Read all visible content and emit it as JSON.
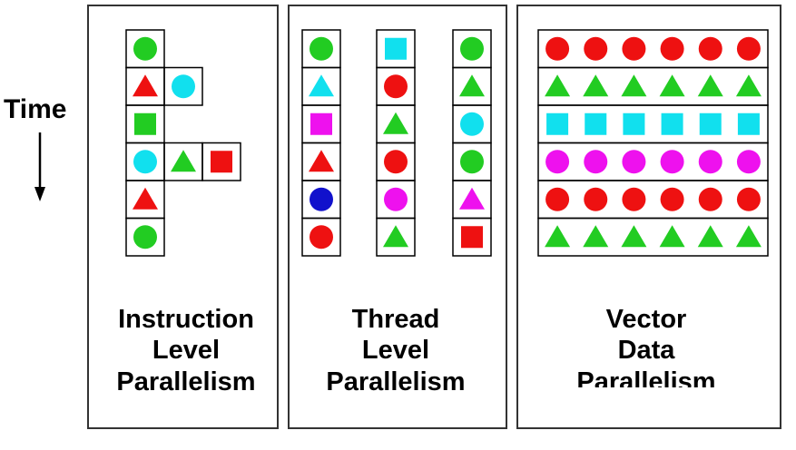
{
  "time_label": "Time",
  "colors": {
    "green": "#22cc22",
    "red": "#ee1111",
    "cyan": "#11e0ee",
    "magenta": "#ee11ee",
    "blue": "#1111cc",
    "black": "#000000"
  },
  "panels": [
    {
      "id": "ilp",
      "title_lines": [
        "Instruction",
        "Level",
        "Parallelism"
      ],
      "rows": [
        [
          {
            "shape": "circle",
            "color": "green"
          }
        ],
        [
          {
            "shape": "triangle",
            "color": "red"
          },
          {
            "shape": "circle",
            "color": "cyan"
          }
        ],
        [
          {
            "shape": "square",
            "color": "green"
          }
        ],
        [
          {
            "shape": "circle",
            "color": "cyan"
          },
          {
            "shape": "triangle",
            "color": "green"
          },
          {
            "shape": "square",
            "color": "red"
          }
        ],
        [
          {
            "shape": "triangle",
            "color": "red"
          }
        ],
        [
          {
            "shape": "circle",
            "color": "green"
          }
        ]
      ]
    },
    {
      "id": "tlp",
      "title_lines": [
        "Thread",
        "Level",
        "Parallelism"
      ],
      "threads": [
        [
          {
            "shape": "circle",
            "color": "green"
          },
          {
            "shape": "triangle",
            "color": "cyan"
          },
          {
            "shape": "square",
            "color": "magenta"
          },
          {
            "shape": "triangle",
            "color": "red"
          },
          {
            "shape": "circle",
            "color": "blue"
          },
          {
            "shape": "circle",
            "color": "red"
          }
        ],
        [
          {
            "shape": "square",
            "color": "cyan"
          },
          {
            "shape": "circle",
            "color": "red"
          },
          {
            "shape": "triangle",
            "color": "green"
          },
          {
            "shape": "circle",
            "color": "red"
          },
          {
            "shape": "circle",
            "color": "magenta"
          },
          {
            "shape": "triangle",
            "color": "green"
          }
        ],
        [
          {
            "shape": "circle",
            "color": "green"
          },
          {
            "shape": "triangle",
            "color": "green"
          },
          {
            "shape": "circle",
            "color": "cyan"
          },
          {
            "shape": "circle",
            "color": "green"
          },
          {
            "shape": "triangle",
            "color": "magenta"
          },
          {
            "shape": "square",
            "color": "red"
          }
        ]
      ]
    },
    {
      "id": "vdp",
      "title_lines": [
        "Vector",
        "Data",
        "Parallelism"
      ],
      "lanes": 6,
      "rows": [
        {
          "shape": "circle",
          "color": "red"
        },
        {
          "shape": "triangle",
          "color": "green"
        },
        {
          "shape": "square",
          "color": "cyan"
        },
        {
          "shape": "circle",
          "color": "magenta"
        },
        {
          "shape": "circle",
          "color": "red"
        },
        {
          "shape": "triangle",
          "color": "green"
        }
      ]
    }
  ]
}
